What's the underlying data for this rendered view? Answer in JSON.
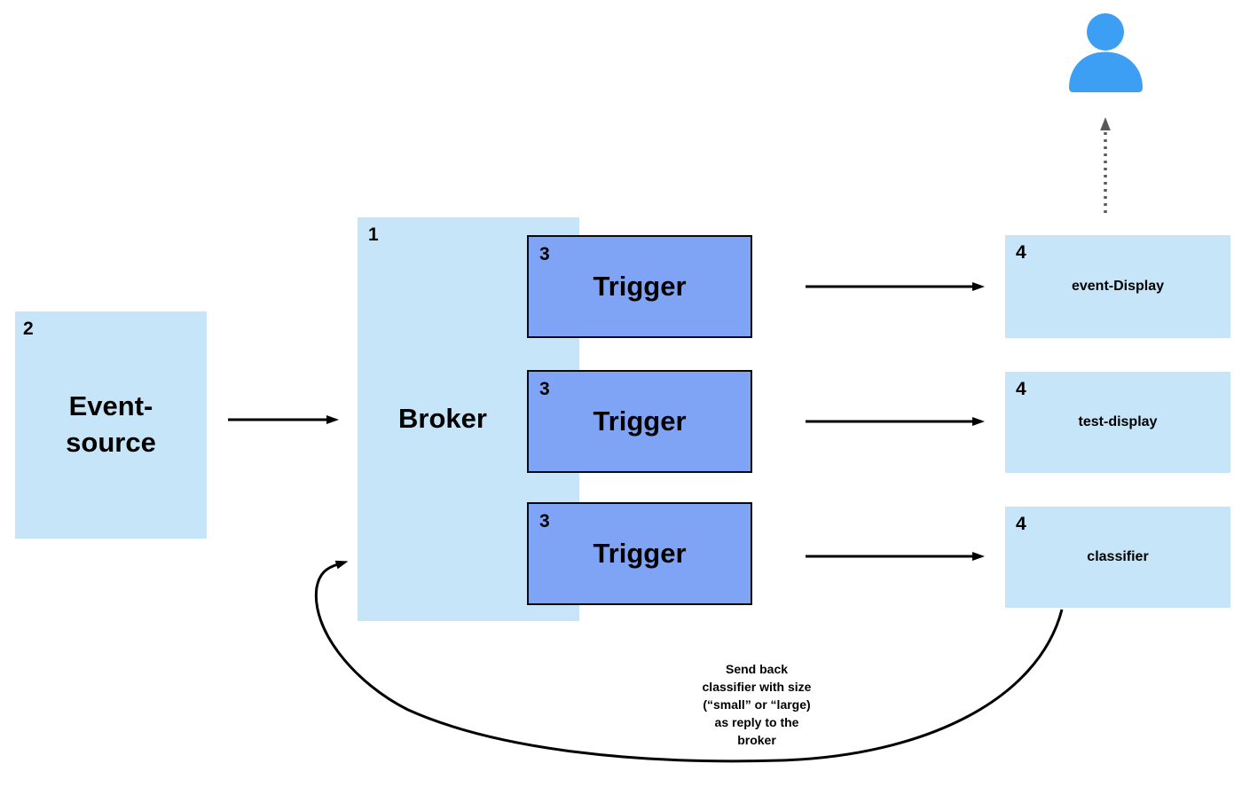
{
  "colors": {
    "box_light_blue": "#c7e5f9",
    "trigger_blue": "#80a4f5",
    "user_icon_blue": "#3d9ff4",
    "arrow_black": "#000000",
    "dashed_gray": "#58595b"
  },
  "nodes": {
    "event_source": {
      "number": "2",
      "label_line1": "Event-",
      "label_line2": "source"
    },
    "broker": {
      "number": "1",
      "label": "Broker"
    },
    "triggers": [
      {
        "number": "3",
        "label": "Trigger"
      },
      {
        "number": "3",
        "label": "Trigger"
      },
      {
        "number": "3",
        "label": "Trigger"
      }
    ],
    "services": [
      {
        "number": "4",
        "label": "event-Display"
      },
      {
        "number": "4",
        "label": "test-display"
      },
      {
        "number": "4",
        "label": "classifier"
      }
    ]
  },
  "annotations": {
    "loop_note_lines": [
      "Send back",
      "classifier with size",
      "(“small” or “large)",
      "as reply to the",
      "broker"
    ]
  },
  "icons": {
    "user": "user-icon"
  }
}
